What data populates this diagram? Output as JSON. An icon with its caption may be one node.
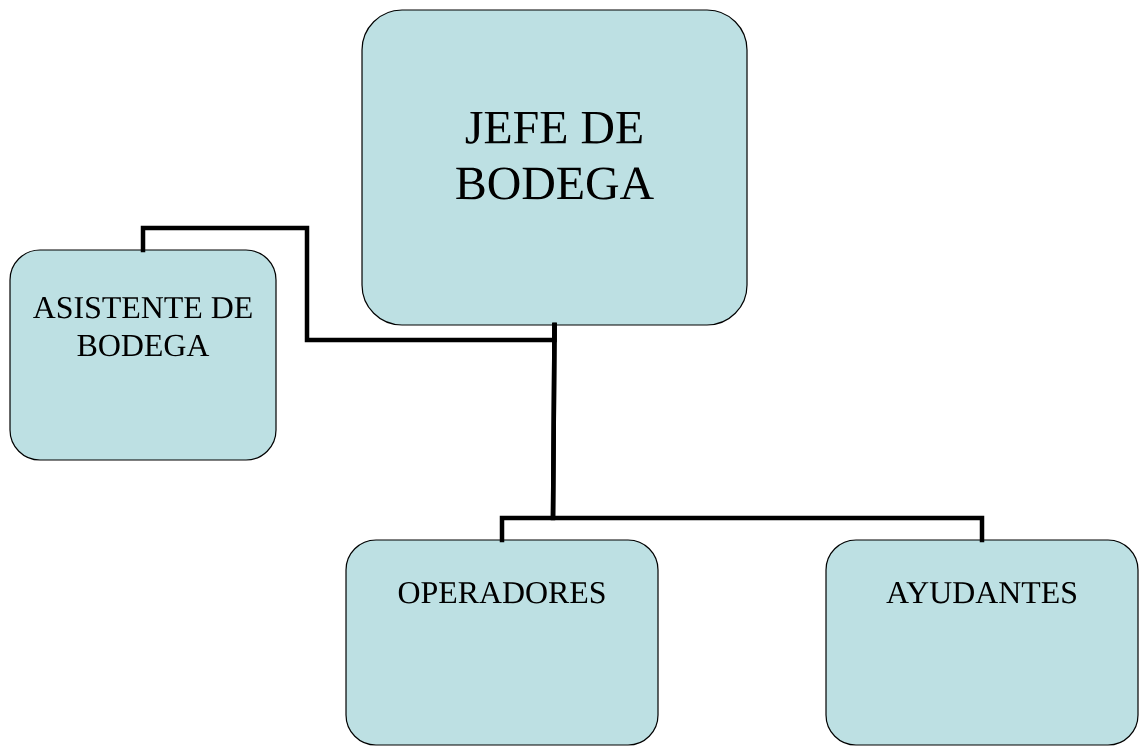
{
  "diagram": {
    "nodes": [
      {
        "text": [
          "JEFE DE BODEGA"
        ]
      },
      {
        "text": [
          "ASISTENTE DE BODEGA"
        ]
      },
      {
        "text": [
          "OPERADORES"
        ]
      },
      {
        "text": [
          "AYUDANTES"
        ]
      }
    ],
    "edges": [
      {
        "from": 0,
        "to": 1,
        "arrow": "none"
      },
      {
        "from": 0,
        "to": 2,
        "arrow": "none"
      },
      {
        "from": 0,
        "to": 3,
        "arrow": "none"
      }
    ]
  }
}
